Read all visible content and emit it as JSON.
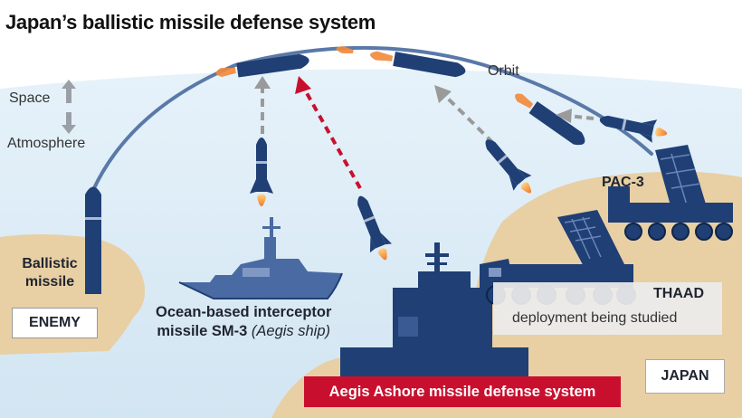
{
  "title": "Japan’s ballistic missile defense system",
  "labels": {
    "space": "Space",
    "atmosphere": "Atmosphere",
    "orbit": "Orbit",
    "ballistic_missile": "Ballistic missile",
    "enemy": "ENEMY",
    "ocean_line1": "Ocean-based interceptor",
    "ocean_line2": "missile SM-3",
    "ocean_aside": "(Aegis ship)",
    "pac3": "PAC-3",
    "thaad_title": "THAAD",
    "thaad_note": "deployment being studied",
    "japan": "JAPAN",
    "aegis_ashore": "Aegis Ashore missile defense system"
  },
  "colors": {
    "sky": "#dcecf6",
    "land": "#e8cfa4",
    "missile_navy": "#1f3f75",
    "trajectory": "#5a79a8",
    "interceptor_path": "#9a9a9a",
    "aegis_path": "#c8102e",
    "flame": "#f2883a",
    "accent_red": "#c8102e"
  }
}
